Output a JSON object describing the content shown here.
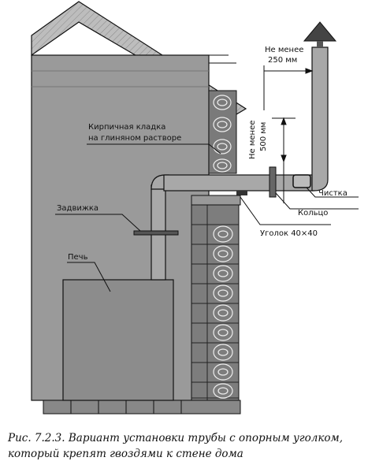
{
  "labels": {
    "min_250_line1": "Не менее",
    "min_250_line2": "250 мм",
    "min_500_line1": "Не менее",
    "min_500_line2": "500 мм",
    "brickwork_line1": "Кирпичная кладка",
    "brickwork_line2": "на глиняном растворе",
    "damper": "Задвижка",
    "stove": "Печь",
    "cleanout": "Чистка",
    "ring": "Кольцо",
    "angle": "Уголок 40×40"
  },
  "caption": {
    "line1": "Рис. 7.2.3. Вариант установки трубы с опорным уголком,",
    "line2": "который крепят гвоздями к стене дома"
  },
  "colors": {
    "wall": "#9a9a9a",
    "roof": "#bdbdbd",
    "pipe": "#a8a8a8",
    "stove": "#8c8c8c",
    "ink": "#111111"
  }
}
